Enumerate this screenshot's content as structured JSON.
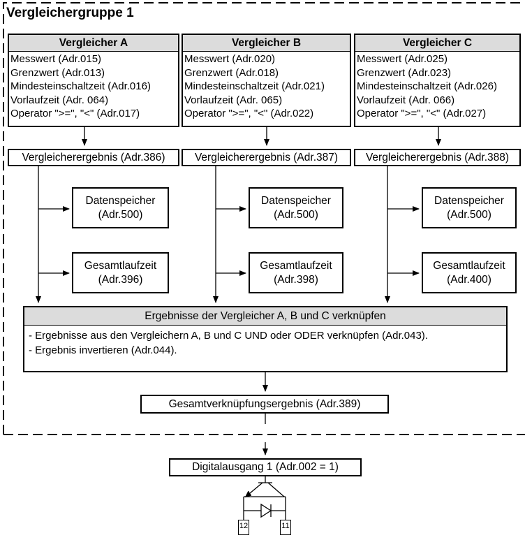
{
  "group_title": "Vergleichergruppe 1",
  "comparators": [
    {
      "title": "Vergleicher A",
      "lines": [
        "Messwert (Adr.015)",
        "Grenzwert (Adr.013)",
        "Mindesteinschaltzeit (Adr.016)",
        "Vorlaufzeit (Adr. 064)",
        "Operator \">=\", \"<\" (Adr.017)"
      ],
      "result": "Vergleicherergebnis (Adr.386)",
      "datastore": [
        "Datenspeicher",
        "(Adr.500)"
      ],
      "runtime": [
        "Gesamtlaufzeit",
        "(Adr.396)"
      ]
    },
    {
      "title": "Vergleicher B",
      "lines": [
        "Messwert (Adr.020)",
        "Grenzwert (Adr.018)",
        "Mindesteinschaltzeit (Adr.021)",
        "Vorlaufzeit (Adr. 065)",
        "Operator \">=\", \"<\" (Adr.022)"
      ],
      "result": "Vergleicherergebnis (Adr.387)",
      "datastore": [
        "Datenspeicher",
        "(Adr.500)"
      ],
      "runtime": [
        "Gesamtlaufzeit",
        "(Adr.398)"
      ]
    },
    {
      "title": "Vergleicher C",
      "lines": [
        "Messwert (Adr.025)",
        "Grenzwert (Adr.023)",
        "Mindesteinschaltzeit (Adr.026)",
        "Vorlaufzeit (Adr. 066)",
        "Operator \">=\", \"<\" (Adr.027)"
      ],
      "result": "Vergleicherergebnis (Adr.388)",
      "datastore": [
        "Datenspeicher",
        "(Adr.500)"
      ],
      "runtime": [
        "Gesamtlaufzeit",
        "(Adr.400)"
      ]
    }
  ],
  "combine": {
    "title": "Ergebnisse der Vergleicher A, B und C verknüpfen",
    "lines": [
      "- Ergebnisse aus den Vergleichern A, B und C UND oder ODER verknüpfen (Adr.043).",
      "- Ergebnis invertieren (Adr.044)."
    ]
  },
  "total_result": "Gesamtverknüpfungsergebnis (Adr.389)",
  "digital_output": "Digitalausgang 1  (Adr.002 = 1)",
  "terminals": [
    "12",
    "11"
  ]
}
